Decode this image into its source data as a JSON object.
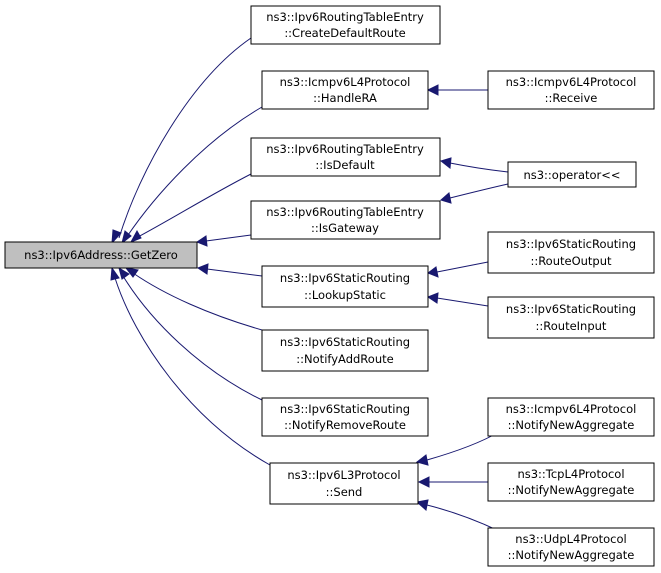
{
  "graph": {
    "nodes": {
      "root": [
        "ns3::Ipv6Address::GetZero"
      ],
      "create_default_route": [
        "ns3::Ipv6RoutingTableEntry",
        "::CreateDefaultRoute"
      ],
      "handle_ra": [
        "ns3::Icmpv6L4Protocol",
        "::HandleRA"
      ],
      "icmp_receive": [
        "ns3::Icmpv6L4Protocol",
        "::Receive"
      ],
      "is_default": [
        "ns3::Ipv6RoutingTableEntry",
        "::IsDefault"
      ],
      "operator_out": [
        "ns3::operator<<"
      ],
      "is_gateway": [
        "ns3::Ipv6RoutingTableEntry",
        "::IsGateway"
      ],
      "lookup_static": [
        "ns3::Ipv6StaticRouting",
        "::LookupStatic"
      ],
      "route_output": [
        "ns3::Ipv6StaticRouting",
        "::RouteOutput"
      ],
      "route_input": [
        "ns3::Ipv6StaticRouting",
        "::RouteInput"
      ],
      "notify_add_route": [
        "ns3::Ipv6StaticRouting",
        "::NotifyAddRoute"
      ],
      "notify_remove_route": [
        "ns3::Ipv6StaticRouting",
        "::NotifyRemoveRoute"
      ],
      "l3_send": [
        "ns3::Ipv6L3Protocol",
        "::Send"
      ],
      "icmp_notify": [
        "ns3::Icmpv6L4Protocol",
        "::NotifyNewAggregate"
      ],
      "tcp_notify": [
        "ns3::TcpL4Protocol",
        "::NotifyNewAggregate"
      ],
      "udp_notify": [
        "ns3::UdpL4Protocol",
        "::NotifyNewAggregate"
      ]
    },
    "edges": [
      {
        "from": "create_default_route",
        "to": "root"
      },
      {
        "from": "handle_ra",
        "to": "root"
      },
      {
        "from": "is_default",
        "to": "root"
      },
      {
        "from": "is_gateway",
        "to": "root"
      },
      {
        "from": "lookup_static",
        "to": "root"
      },
      {
        "from": "notify_add_route",
        "to": "root"
      },
      {
        "from": "notify_remove_route",
        "to": "root"
      },
      {
        "from": "l3_send",
        "to": "root"
      },
      {
        "from": "icmp_receive",
        "to": "handle_ra"
      },
      {
        "from": "operator_out",
        "to": "is_default"
      },
      {
        "from": "operator_out",
        "to": "is_gateway"
      },
      {
        "from": "route_output",
        "to": "lookup_static"
      },
      {
        "from": "route_input",
        "to": "lookup_static"
      },
      {
        "from": "icmp_notify",
        "to": "l3_send"
      },
      {
        "from": "tcp_notify",
        "to": "l3_send"
      },
      {
        "from": "udp_notify",
        "to": "l3_send"
      }
    ],
    "colors": {
      "edge": "#191970",
      "root_fill": "#bfbfbf",
      "node_fill": "#ffffff",
      "node_border": "#000000"
    }
  }
}
